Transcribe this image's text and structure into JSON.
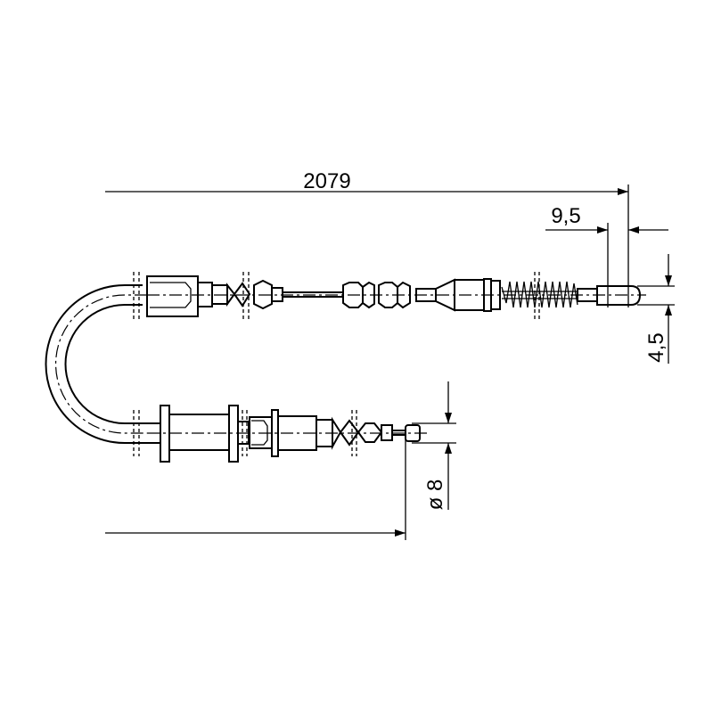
{
  "drawing": {
    "dimensions": {
      "overall_length": "2079",
      "end_fitting_length": "9,5",
      "end_fitting_diameter": "4,5",
      "nipple_diameter": "ø 8"
    },
    "colors": {
      "line": "#000000",
      "background": "#ffffff"
    }
  }
}
